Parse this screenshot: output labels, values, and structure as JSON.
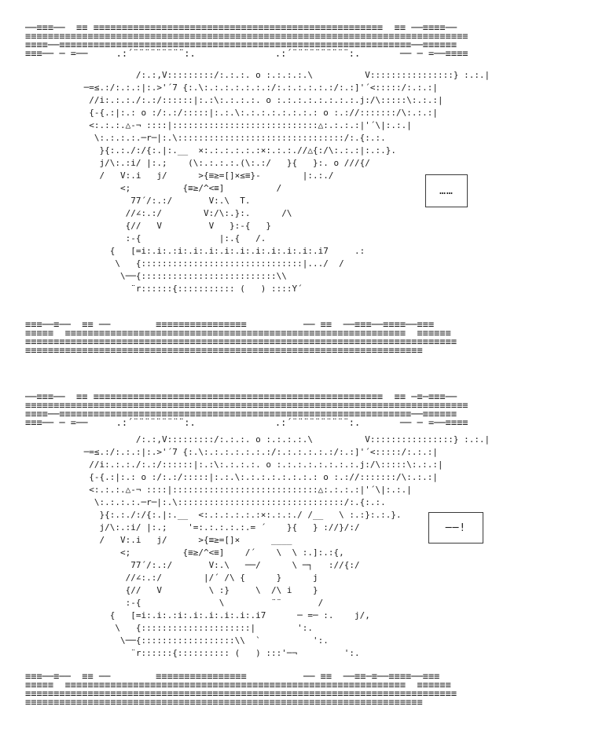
{
  "scene": {
    "bands": {
      "top": [
        "──≡≡≡──  ≡≡ ≡≡≡≡≡≡≡≡≡≡≡≡≡≡≡≡≡≡≡≡≡≡≡≡≡≡≡≡≡≡≡≡≡≡≡≡≡≡≡≡≡≡≡≡≡≡≡≡≡≡≡  ≡≡ ──≡≡≡≡──",
        "≡≡≡≡≡≡≡≡≡≡≡≡≡≡≡≡≡≡≡≡≡≡≡≡≡≡≡≡≡≡≡≡≡≡≡≡≡≡≡≡≡≡≡≡≡≡≡≡≡≡≡≡≡≡≡≡≡≡≡≡≡≡≡≡≡≡≡≡≡≡≡≡≡≡≡≡≡≡",
        "≡≡≡≡──≡≡≡≡≡≡≡≡≡≡≡≡≡≡≡≡≡≡≡≡≡≡≡≡≡≡≡≡≡≡≡≡≡≡≡≡≡≡≡≡≡≡≡≡≡≡≡≡≡≡≡≡≡≡≡≡≡≡≡≡≡≡──≡≡≡≡≡≡",
        "≡≡≡── ─ =──     .:´¨¨¨¨¨¨¨¨¨:.              .:´¨¨¨¨¨¨¨¨¨¨:.       ── ─ =──≡≡≡≡"
      ],
      "mid1": [
        "≡≡≡──≡──  ≡≡ ──        ≡≡≡≡≡≡≡≡≡≡≡≡≡≡≡≡          ── ≡≡  ──≡≡≡──≡≡≡≡──≡≡≡",
        "≡≡≡≡≡  ≡≡≡≡≡≡≡≡≡≡≡≡≡≡≡≡≡≡≡≡≡≡≡≡≡≡≡≡≡≡≡≡≡≡≡≡≡≡≡≡≡≡≡≡≡≡≡≡≡≡≡≡≡≡≡≡≡≡≡≡  ≡≡≡≡≡≡",
        "≡≡≡≡≡≡≡≡≡≡≡≡≡≡≡≡≡≡≡≡≡≡≡≡≡≡≡≡≡≡≡≡≡≡≡≡≡≡≡≡≡≡≡≡≡≡≡≡≡≡≡≡≡≡≡≡≡≡≡≡≡≡≡≡≡≡≡≡≡≡≡≡≡≡≡≡",
        "≡≡≡≡≡≡≡≡≡≡≡≡≡≡≡≡≡≡≡≡≡≡≡≡≡≡≡≡≡≡≡≡≡≡≡≡≡≡≡≡≡≡≡≡≡≡≡≡≡≡≡≡≡≡≡≡≡≡≡≡≡≡≡≡≡≡≡≡≡≡"
      ],
      "mid2": [
        "──≡≡≡──  ≡≡ ≡≡≡≡≡≡≡≡≡≡≡≡≡≡≡≡≡≡≡≡≡≡≡≡≡≡≡≡≡≡≡≡≡≡≡≡≡≡≡≡≡≡≡≡≡≡≡≡≡≡≡  ≡≡ ─≡─≡≡≡──",
        "≡≡≡≡≡≡≡≡≡≡≡≡≡≡≡≡≡≡≡≡≡≡≡≡≡≡≡≡≡≡≡≡≡≡≡≡≡≡≡≡≡≡≡≡≡≡≡≡≡≡≡≡≡≡≡≡≡≡≡≡≡≡≡≡≡≡≡≡≡≡≡≡≡≡≡≡≡≡",
        "≡≡≡≡──≡≡≡≡≡≡≡≡≡≡≡≡≡≡≡≡≡≡≡≡≡≡≡≡≡≡≡≡≡≡≡≡≡≡≡≡≡≡≡≡≡≡≡≡≡≡≡≡≡≡≡≡≡≡≡≡≡≡≡≡≡≡──≡≡≡≡≡≡",
        "≡≡≡── ─ =──     .:´¨¨¨¨¨¨¨¨¨:.              .:´¨¨¨¨¨¨¨¨¨¨:.       ── ─ =──≡≡≡≡"
      ],
      "bottom": [
        "≡≡≡──≡──  ≡≡ ──        ≡≡≡≡≡≡≡≡≡≡≡≡≡≡≡≡          ── ≡≡  ──≡≡─≡──≡≡≡≡──≡≡≡",
        "≡≡≡≡≡  ≡≡≡≡≡≡≡≡≡≡≡≡≡≡≡≡≡≡≡≡≡≡≡≡≡≡≡≡≡≡≡≡≡≡≡≡≡≡≡≡≡≡≡≡≡≡≡≡≡≡≡≡≡≡≡≡≡≡≡≡  ≡≡≡≡≡≡",
        "≡≡≡≡≡≡≡≡≡≡≡≡≡≡≡≡≡≡≡≡≡≡≡≡≡≡≡≡≡≡≡≡≡≡≡≡≡≡≡≡≡≡≡≡≡≡≡≡≡≡≡≡≡≡≡≡≡≡≡≡≡≡≡≡≡≡≡≡≡≡≡≡≡≡≡≡",
        "≡≡≡≡≡≡≡≡≡≡≡≡≡≡≡≡≡≡≡≡≡≡≡≡≡≡≡≡≡≡≡≡≡≡≡≡≡≡≡≡≡≡≡≡≡≡≡≡≡≡≡≡≡≡≡≡≡≡≡≡≡≡≡≡≡≡≡≡≡≡"
      ]
    },
    "panels": [
      {
        "bubble": "……",
        "art": [
          "           /:.:,V:::::::::/:.:.:. o :.:.:.:.\\          V::::::::::::::::} :.:.|",
          " ─=≤.:/:.:.:|:.>'´7 {:.\\:.:.:.:.:.:.:/:.:.:.:.:.:/:.:]'´<:::::/:.:.:|",
          "  //i:.:.:./:.:/::::::|:.:\\:.:.:.:. o :.:.:.:.:.:.:.:.j:/\\:::::\\:.:.:|",
          "  {-{.:|:.: o :/:.:/:::::|:.:.\\:.:.:.:.:.:.:.: o :.://:::::::/\\:.:.:|",
          "  <:.:.:.△-¬ ::::|::::::::::::::::::::::::::::△:.:.:.:|'´\\|:.:.|",
          "   \\:.:.:.:.─r─|:.\\::::::::::::::::::::::::::::::::/:.{:.:.",
          "    }{:.:./:/{:.|:.__  ×:.:.:.:.:.:×:.:.:.//△{:/\\:.:.:|:.:.}.",
          "    j/\\:.:i/ |:.;    (\\:.:.:.:.(\\:.:/   }{   }:. o ///{/",
          "    /   V:.i   j/      >{≡≥=[]×≤≡}-        |:.:./",
          "        <;          {≡≥/^<≡]          /",
          "          77´/:.:/       V:.\\  T.",
          "         //∠:.:/        V:/\\:.}:.      /\\",
          "         {//   V         V   }:-{   }",
          "         :-{               |:.{   /.",
          "      {   [=i:.i:.:i:.i:.i:.i:.i:.i:.i:.i:.i:.i7     .:",
          "       \\   {:::::::::::::::::::::::::::::::|.../  /",
          "        \\──{::::::::::::::::::::::::::\\\\",
          "          ¨r::::::{::::::::::: (   ) ::::Y´"
        ]
      },
      {
        "bubble": "──!",
        "art": [
          "           /:.:,V:::::::::/:.:.:. o :.:.:.:.\\          V::::::::::::::::} :.:.|",
          " ─=≤.:/:.:.:|:.>'´7 {:.\\:.:.:.:.:.:.:/:.:.:.:.:.:/:.:]'´<:::::/:.:.:|",
          "  //i:.:.:./:.:/::::::|:.:\\:.:.:.:. o :.:.:.:.:.:.:.:.j:/\\:::::\\:.:.:|",
          "  {-{.:|:.: o :/:.:/:::::|:.:.\\:.:.:.:.:.:.:.: o :.://:::::::/\\:.:.:|",
          "  <:.:.:.△-¬ ::::|::::::::::::::::::::::::::::△:.:.:.:|'´\\|:.:.|",
          "   \\:.:.:.:.─r─|:.\\::::::::::::::::::::::::::::::::/:.{:.:.",
          "    }{:.:./:/{:.|:.__  <:.:.:.:.:.:×:.:.:./ /__   \\ :.:}:.:.}.",
          "    j/\\:.:i/ |:.;    '=:.:.:.:.:.= ´    }{   } ://}/:/",
          "    /   V:.i   j/      >{≡≥=[]×      ____",
          "        <;          {≡≥/^<≡]    /´    \\  \\ :.]:.:{,",
          "          77´/:.:/       V:.\\   ──/      \\ ─┐   ://{:/",
          "         //∠:.:/        |/´ /\\ {      }      j",
          "         {//   V         \\ :}     \\  /\\ i    }",
          "         :-{               \\         ¨¨       /",
          "      {   [=i:.i:.:i:.i:.i:.i:.i:.i7      ─ =─ :.    j/,",
          "       \\   {:::::::::::::::::::::|        ':.",
          "        \\──{::::::::::::::::::\\\\  `          ':.",
          "          ¨r::::::{:::::::::: (   ) :::'─¬         ':."
        ]
      }
    ]
  }
}
